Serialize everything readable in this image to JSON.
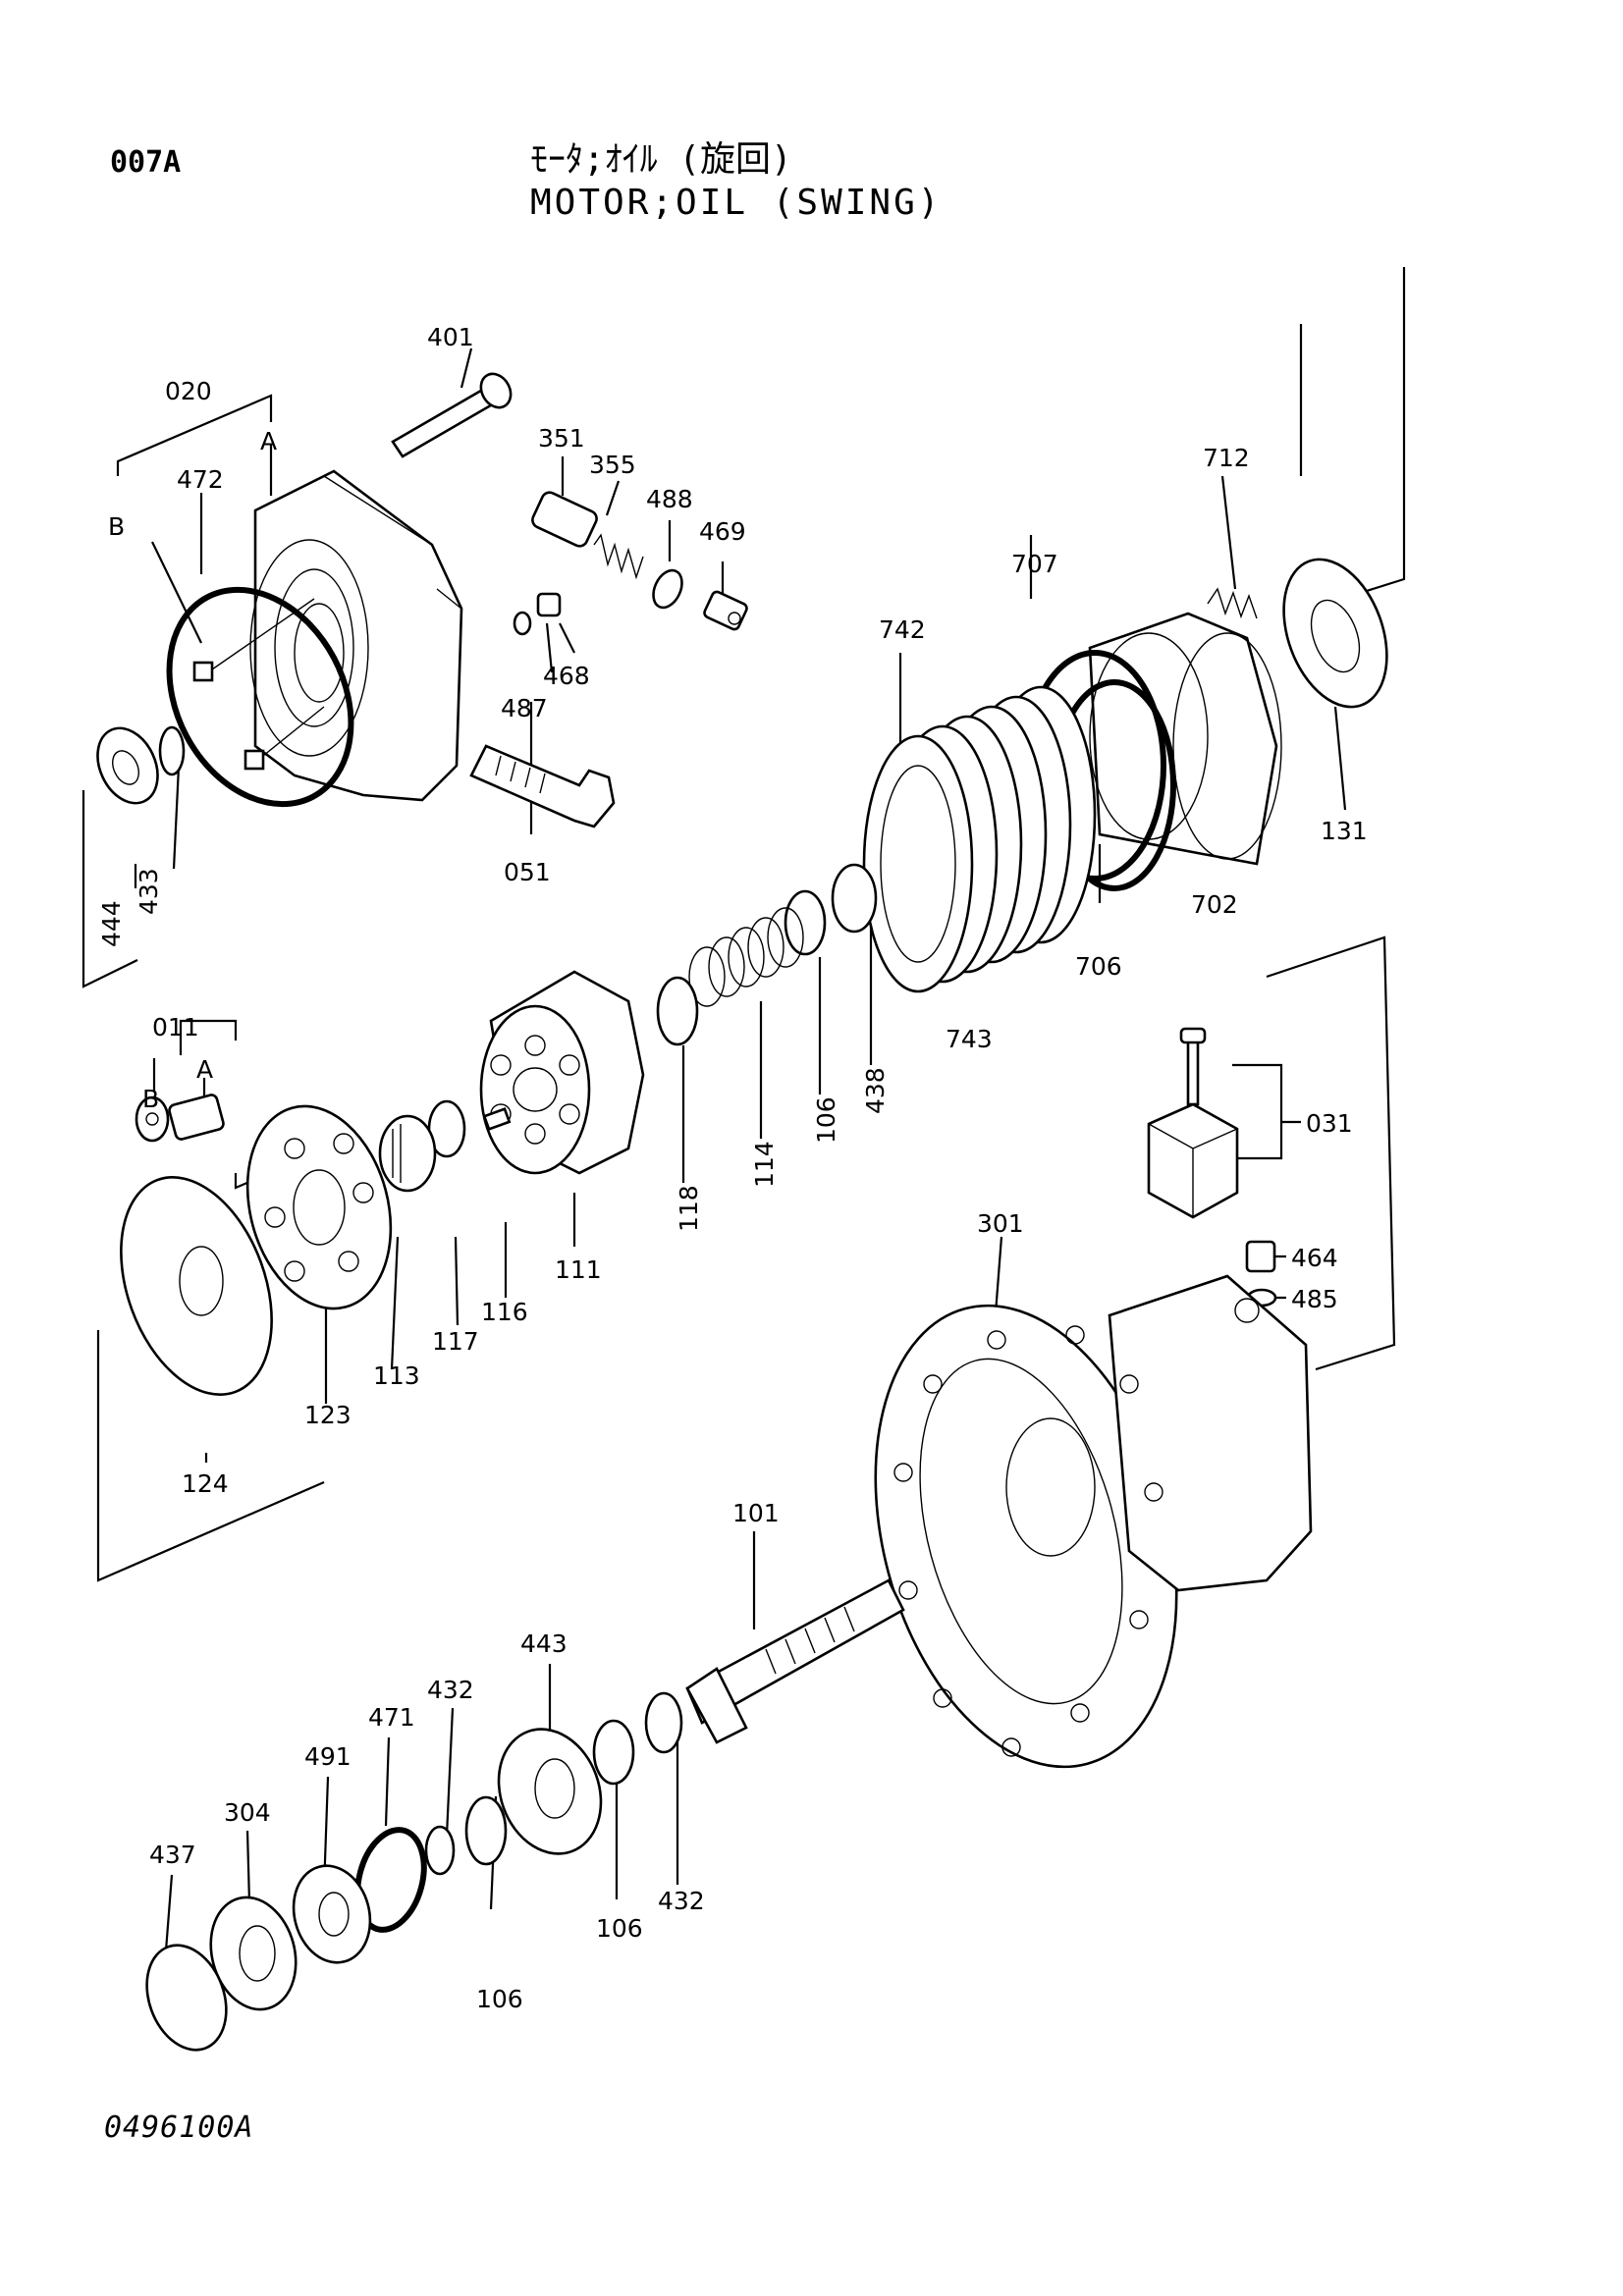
{
  "header": {
    "section": "007A",
    "title_ja": "ﾓｰﾀ;ｵｲﾙ (旋回)",
    "title_en": "MOTOR;OIL (SWING)"
  },
  "footer": {
    "drawing_code": "0496100A"
  },
  "callouts": {
    "p401": "401",
    "p020": "020",
    "p472": "472",
    "pA1": "A",
    "pB1": "B",
    "p351": "351",
    "p355": "355",
    "p488": "488",
    "p469": "469",
    "p468": "468",
    "p487": "487",
    "p051": "051",
    "p433": "433",
    "p444": "444",
    "p712": "712",
    "p707": "707",
    "p742": "742",
    "p131": "131",
    "p702": "702",
    "p706": "706",
    "p743": "743",
    "p438": "438",
    "p106a": "106",
    "p114": "114",
    "p118": "118",
    "p011": "011",
    "pA2": "A",
    "pB2": "B",
    "p111": "111",
    "p116": "116",
    "p117": "117",
    "p113": "113",
    "p123": "123",
    "p124": "124",
    "p031": "031",
    "p301": "301",
    "p464": "464",
    "p485": "485",
    "p101": "101",
    "p443": "443",
    "p432a": "432",
    "p471": "471",
    "p491": "491",
    "p304": "304",
    "p437": "437",
    "p106b": "106",
    "p106c": "106",
    "p432b": "432"
  }
}
